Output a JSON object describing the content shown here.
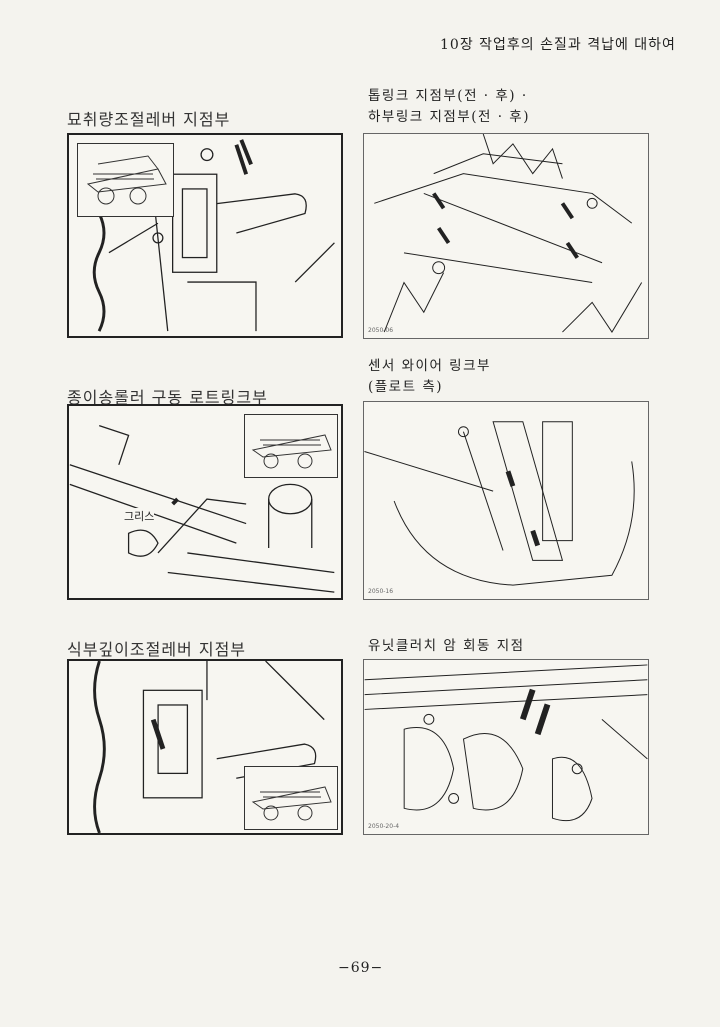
{
  "header": {
    "chapter_title": "10장 작업후의 손질과 격납에 대하여"
  },
  "sections": [
    {
      "title": "묘취량조절레버 지점부"
    },
    {
      "title_line1": "톱링크 지점부(전 · 후) ·",
      "title_line2": "하부링크 지점부(전 · 후)",
      "figure_code": "2050-06"
    },
    {
      "title": "종이송롤러 구동 로트링크부",
      "callout": "그리스"
    },
    {
      "title_line1": "센서 와이어 링크부",
      "title_line2": "(플로트 측)",
      "figure_code": "2050-16"
    },
    {
      "title": "식부깊이조절레버 지점부"
    },
    {
      "title": "유닛클러치 암 회동 지점",
      "figure_code": "2050-20-4"
    }
  ],
  "footer": {
    "page_number": "−69−"
  }
}
